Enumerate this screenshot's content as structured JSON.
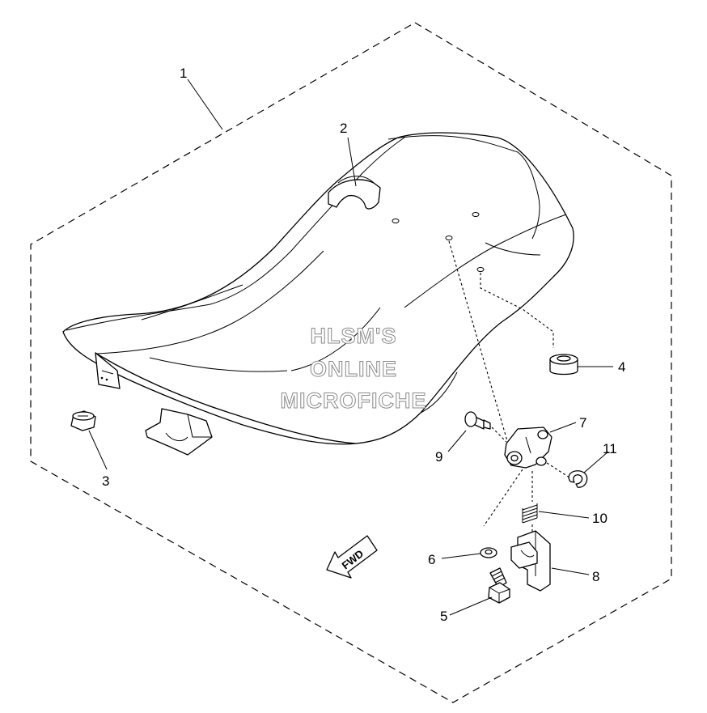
{
  "callouts": [
    "1",
    "2",
    "3",
    "4",
    "5",
    "6",
    "7",
    "8",
    "9",
    "10",
    "11"
  ],
  "watermark": [
    "HLSM'S",
    "ONLINE",
    "MICROFICHE"
  ],
  "direction_label": "FWD"
}
